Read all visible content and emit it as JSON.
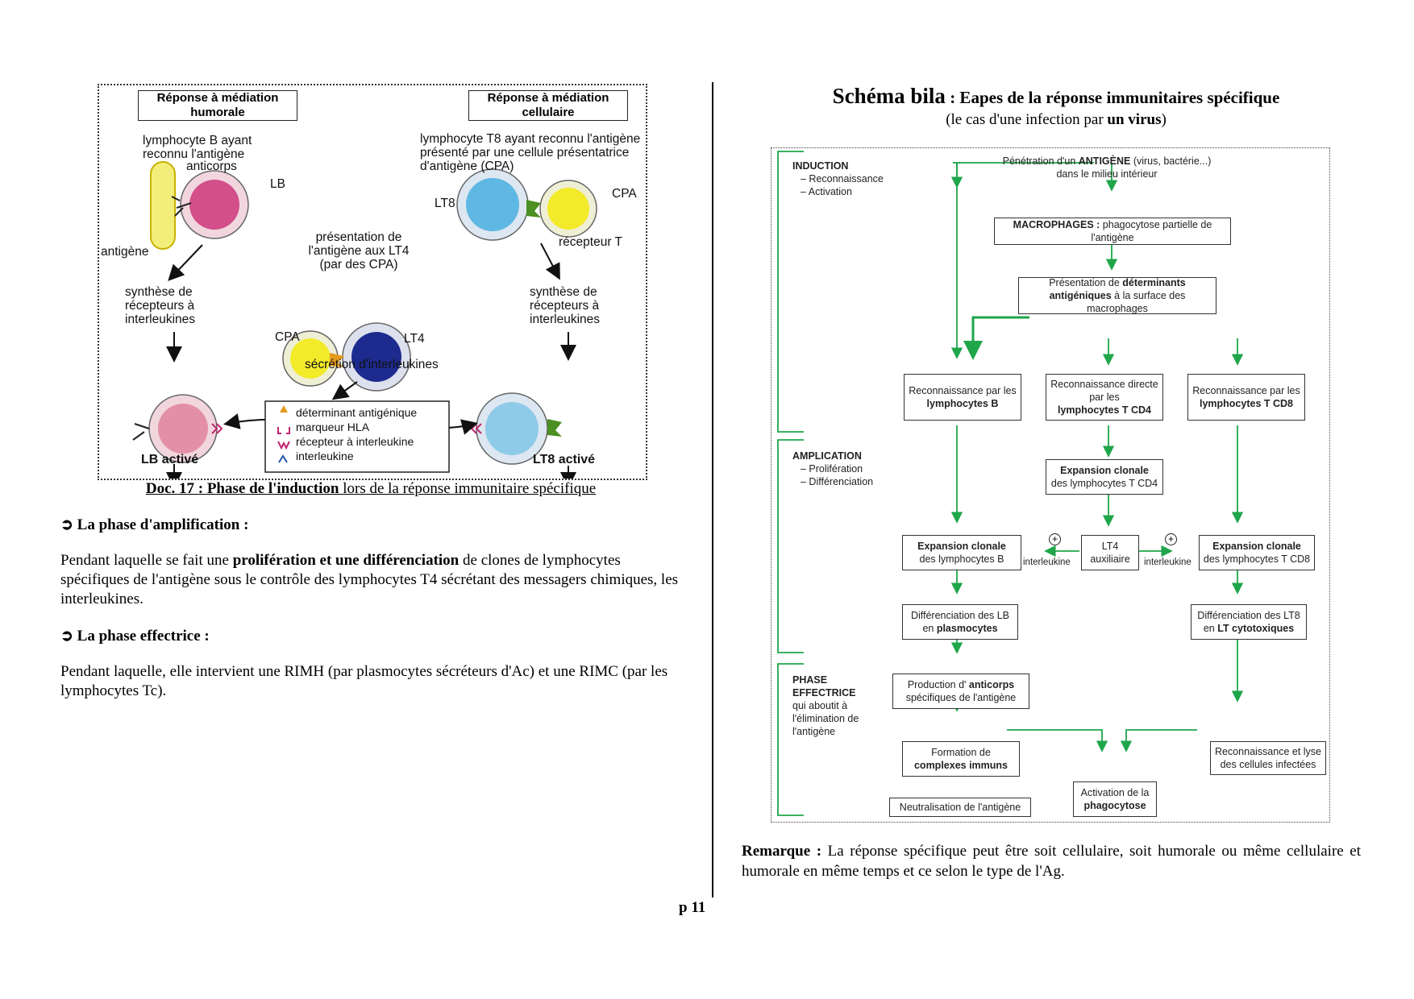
{
  "left": {
    "figure": {
      "humoral_title": "Réponse à médiation humorale",
      "cellular_title": "Réponse à médiation cellulaire",
      "lb_desc": "lymphocyte B ayant reconnu l'antigène",
      "anticorps": "anticorps",
      "lb": "LB",
      "antigene": "antigène",
      "t8_desc": "lymphocyte T8 ayant reconnu l'antigène présenté par une cellule présentatrice d'antigène (CPA)",
      "lt8": "LT8",
      "cpa": "CPA",
      "recepteur_t": "récepteur T",
      "presentation": "présentation de l'antigène aux LT4 (par des CPA)",
      "synthese_left": "synthèse de récepteurs à interleukines",
      "synthese_right": "synthèse de récepteurs à interleukines",
      "cpa2": "CPA",
      "lt4": "LT4",
      "secretion": "sécrétion d'interleukines",
      "legend": [
        "déterminant antigénique",
        "marqueur HLA",
        "récepteur à interleukine",
        "interleukine"
      ],
      "lb_active": "LB activé",
      "lt8_active": "LT8 activé"
    },
    "caption_bold": "Doc. 17 : Phase de l'induction",
    "caption_rest": " lors de la réponse immunitaire spécifique",
    "amplification_title": "➲ La phase d'amplification :",
    "amplification_pre": "Pendant laquelle se fait une ",
    "amplification_bold": "prolifération et une différenciation",
    "amplification_post": " de clones de lymphocytes spécifiques de l'antigène sous le contrôle des lymphocytes T4 sécrétant des messagers chimiques, les interleukines.",
    "effectrice_title": "➲ La phase effectrice :",
    "effectrice_text": "Pendant laquelle, elle intervient une RIMH (par plasmocytes sécréteurs d'Ac) et une RIMC (par les lymphocytes Tc)."
  },
  "right": {
    "title_big": "Schéma bila",
    "title_rest": " : Eapes de la réponse immunitaires spécifique",
    "subtitle_pre": "(le cas d'une infection par ",
    "subtitle_bold": "un virus",
    "subtitle_post": ")",
    "phases": {
      "induction": "INDUCTION",
      "induction_items": [
        "– Reconnaissance",
        "– Activation"
      ],
      "amplication": "AMPLICATION",
      "amplication_items": [
        "– Prolifération",
        "– Différenciation"
      ],
      "effectrice_title": "PHASE EFFECTRICE",
      "effectrice_rest": "qui aboutit à l'élimination de l'antigène"
    },
    "nodes": {
      "penetration_pre": "Pénétration d'un ",
      "penetration_bold": "ANTIGÈNE",
      "penetration_post": " (virus, bactérie...) dans le milieu intérieur",
      "macrophages_bold": "MACROPHAGES :",
      "macrophages_rest": " phagocytose partielle de l'antigène",
      "presentation_pre": "Présentation de ",
      "presentation_bold": "déterminants antigéniques",
      "presentation_post": " à la surface des macrophages",
      "reco_b_pre": "Reconnaissance par les",
      "reco_b_bold": "lymphocytes B",
      "reco_cd4_pre": "Reconnaissance directe par les",
      "reco_cd4_bold": "lymphocytes T CD4",
      "reco_cd8_pre": "Reconnaissance par les",
      "reco_cd8_bold": "lymphocytes T CD8",
      "exp_cd4_bold": "Expansion clonale",
      "exp_cd4_rest": "des lymphocytes T CD4",
      "exp_b_bold": "Expansion clonale",
      "exp_b_rest": "des lymphocytes B",
      "lt4": "LT4 auxiliaire",
      "exp_cd8_bold": "Expansion clonale",
      "exp_cd8_rest": "des lymphocytes T CD8",
      "interleukine_1": "interleukine",
      "interleukine_2": "interleukine",
      "diff_lb_pre": "Différenciation des LB en ",
      "diff_lb_bold": "plasmocytes",
      "diff_lt8_pre": "Différenciation des LT8 en ",
      "diff_lt8_bold": "LT cytotoxiques",
      "prod_pre": "Production d' ",
      "prod_bold": "anticorps",
      "prod_post": " spécifiques de l'antigène",
      "formation_pre": "Formation de",
      "formation_bold": "complexes immuns",
      "reco_lyse": "Reconnaissance et lyse des cellules infectées",
      "activation_pre": "Activation de la",
      "activation_bold": "phagocytose",
      "neutralisation": "Neutralisation de l'antigène"
    },
    "remark_label": "Remarque :",
    "remark_text": " La réponse spécifique peut être soit cellulaire, soit humorale ou même cellulaire et humorale en même temps et ce selon le type de l'Ag."
  },
  "page_number": "p 11",
  "colors": {
    "arrow_green": "#1fa64a",
    "lb_pink": "#d24f8a",
    "lt8_blue": "#5fb8e3",
    "cpa_yellow": "#f3ea2a",
    "lt4_navy": "#1d2b8f"
  }
}
